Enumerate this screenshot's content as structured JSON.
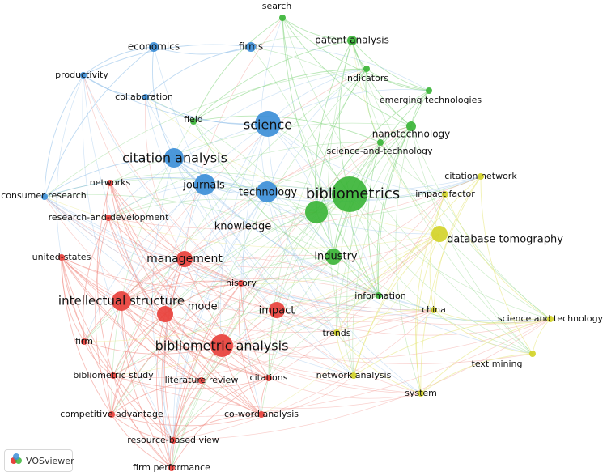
{
  "app": {
    "name": "VOSviewer"
  },
  "colors": {
    "red": "#e8413c",
    "green": "#3cb538",
    "blue": "#3d8fd8",
    "yellow": "#d4d42a",
    "edge_red": "#f08a82",
    "edge_green": "#7fd37a",
    "edge_blue": "#8bbce8",
    "edge_yellow": "#e6e676"
  },
  "nodes": [
    {
      "id": "search",
      "label": "search",
      "cluster": "green",
      "weight": 1
    },
    {
      "id": "patent-analysis",
      "label": "patent analysis",
      "cluster": "green",
      "weight": 2
    },
    {
      "id": "indicators",
      "label": "indicators",
      "cluster": "green",
      "weight": 1
    },
    {
      "id": "emerging-technologies",
      "label": "emerging technologies",
      "cluster": "green",
      "weight": 1
    },
    {
      "id": "nanotechnology",
      "label": "nanotechnology",
      "cluster": "green",
      "weight": 2
    },
    {
      "id": "science-and-technology-hyph",
      "label": "science-and-technology",
      "cluster": "green",
      "weight": 1
    },
    {
      "id": "field",
      "label": "field",
      "cluster": "green",
      "weight": 1
    },
    {
      "id": "bibliometrics",
      "label": "bibliometrics",
      "cluster": "green",
      "weight": 10
    },
    {
      "id": "knowledge",
      "label": "knowledge",
      "cluster": "green",
      "weight": 4
    },
    {
      "id": "industry",
      "label": "industry",
      "cluster": "green",
      "weight": 3
    },
    {
      "id": "information",
      "label": "information",
      "cluster": "green",
      "weight": 1
    },
    {
      "id": "economics",
      "label": "economics",
      "cluster": "blue",
      "weight": 2
    },
    {
      "id": "firms",
      "label": "firms",
      "cluster": "blue",
      "weight": 2
    },
    {
      "id": "productivity",
      "label": "productivity",
      "cluster": "blue",
      "weight": 1
    },
    {
      "id": "collaboration",
      "label": "collaboration",
      "cluster": "blue",
      "weight": 1
    },
    {
      "id": "science",
      "label": "science",
      "cluster": "blue",
      "weight": 7
    },
    {
      "id": "citation-analysis",
      "label": "citation analysis",
      "cluster": "blue",
      "weight": 7
    },
    {
      "id": "journals",
      "label": "journals",
      "cluster": "blue",
      "weight": 4
    },
    {
      "id": "technology",
      "label": "technology",
      "cluster": "blue",
      "weight": 4
    },
    {
      "id": "consumer-research",
      "label": "consumer research",
      "cluster": "blue",
      "weight": 1
    },
    {
      "id": "networks",
      "label": "networks",
      "cluster": "red",
      "weight": 1
    },
    {
      "id": "research-and-development",
      "label": "research-and-development",
      "cluster": "red",
      "weight": 1
    },
    {
      "id": "united-states",
      "label": "united-states",
      "cluster": "red",
      "weight": 1
    },
    {
      "id": "management",
      "label": "management",
      "cluster": "red",
      "weight": 5
    },
    {
      "id": "history",
      "label": "history",
      "cluster": "red",
      "weight": 1
    },
    {
      "id": "intellectual-structure",
      "label": "intellectual structure",
      "cluster": "red",
      "weight": 6
    },
    {
      "id": "model",
      "label": "model",
      "cluster": "red",
      "weight": 3
    },
    {
      "id": "impact",
      "label": "impact",
      "cluster": "red",
      "weight": 3
    },
    {
      "id": "firm",
      "label": "firm",
      "cluster": "red",
      "weight": 1
    },
    {
      "id": "bibliometric-analysis",
      "label": "bibliometric analysis",
      "cluster": "red",
      "weight": 7
    },
    {
      "id": "bibliometric-study",
      "label": "bibliometric study",
      "cluster": "red",
      "weight": 1
    },
    {
      "id": "literature-review",
      "label": "literature review",
      "cluster": "red",
      "weight": 1
    },
    {
      "id": "citations",
      "label": "citations",
      "cluster": "red",
      "weight": 1
    },
    {
      "id": "competitive-advantage",
      "label": "competitive advantage",
      "cluster": "red",
      "weight": 1
    },
    {
      "id": "co-word-analysis",
      "label": "co-word analysis",
      "cluster": "red",
      "weight": 1
    },
    {
      "id": "resource-based-view",
      "label": "resource-based view",
      "cluster": "red",
      "weight": 1
    },
    {
      "id": "firm-performance",
      "label": "firm performance",
      "cluster": "red",
      "weight": 1
    },
    {
      "id": "citation-network",
      "label": "citation network",
      "cluster": "yellow",
      "weight": 1
    },
    {
      "id": "impact-factor",
      "label": "impact factor",
      "cluster": "yellow",
      "weight": 1
    },
    {
      "id": "database-tomography",
      "label": "database tomography",
      "cluster": "yellow",
      "weight": 3
    },
    {
      "id": "china",
      "label": "china",
      "cluster": "yellow",
      "weight": 1
    },
    {
      "id": "science-and-technology",
      "label": "science and technology",
      "cluster": "yellow",
      "weight": 1
    },
    {
      "id": "trends",
      "label": "trends",
      "cluster": "yellow",
      "weight": 1
    },
    {
      "id": "text-mining",
      "label": "text mining",
      "cluster": "yellow",
      "weight": 1
    },
    {
      "id": "network-analysis",
      "label": "network analysis",
      "cluster": "yellow",
      "weight": 1
    },
    {
      "id": "system",
      "label": "system",
      "cluster": "yellow",
      "weight": 1
    }
  ]
}
